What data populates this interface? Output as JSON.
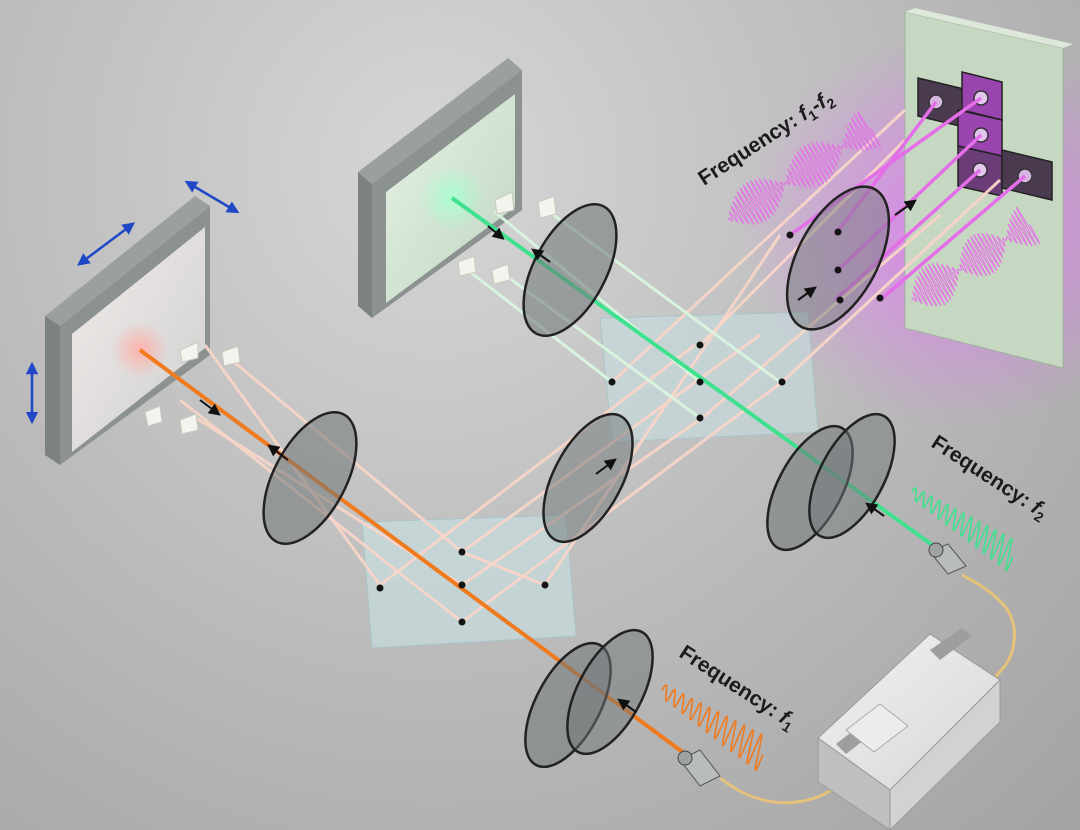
{
  "labels": {
    "f1": {
      "prefix": "Frequency: ",
      "symbol": "f",
      "sub": "1"
    },
    "f2": {
      "prefix": "Frequency: ",
      "symbol": "f",
      "sub": "2"
    },
    "beat": {
      "prefix": "Frequency: ",
      "symbol1": "f",
      "sub1": "1",
      "sep": "-",
      "symbol2": "f",
      "sub2": "2"
    }
  },
  "colors": {
    "beam_f1": "#f07a1e",
    "beam_f2": "#3fe08e",
    "beam_beat": "#e46ee8",
    "beam_mixed": "#f8d8cc",
    "adjust_arrows": "#1f47c8"
  },
  "icons": [
    "double-arrow-icon",
    "direction-arrow-icon"
  ]
}
